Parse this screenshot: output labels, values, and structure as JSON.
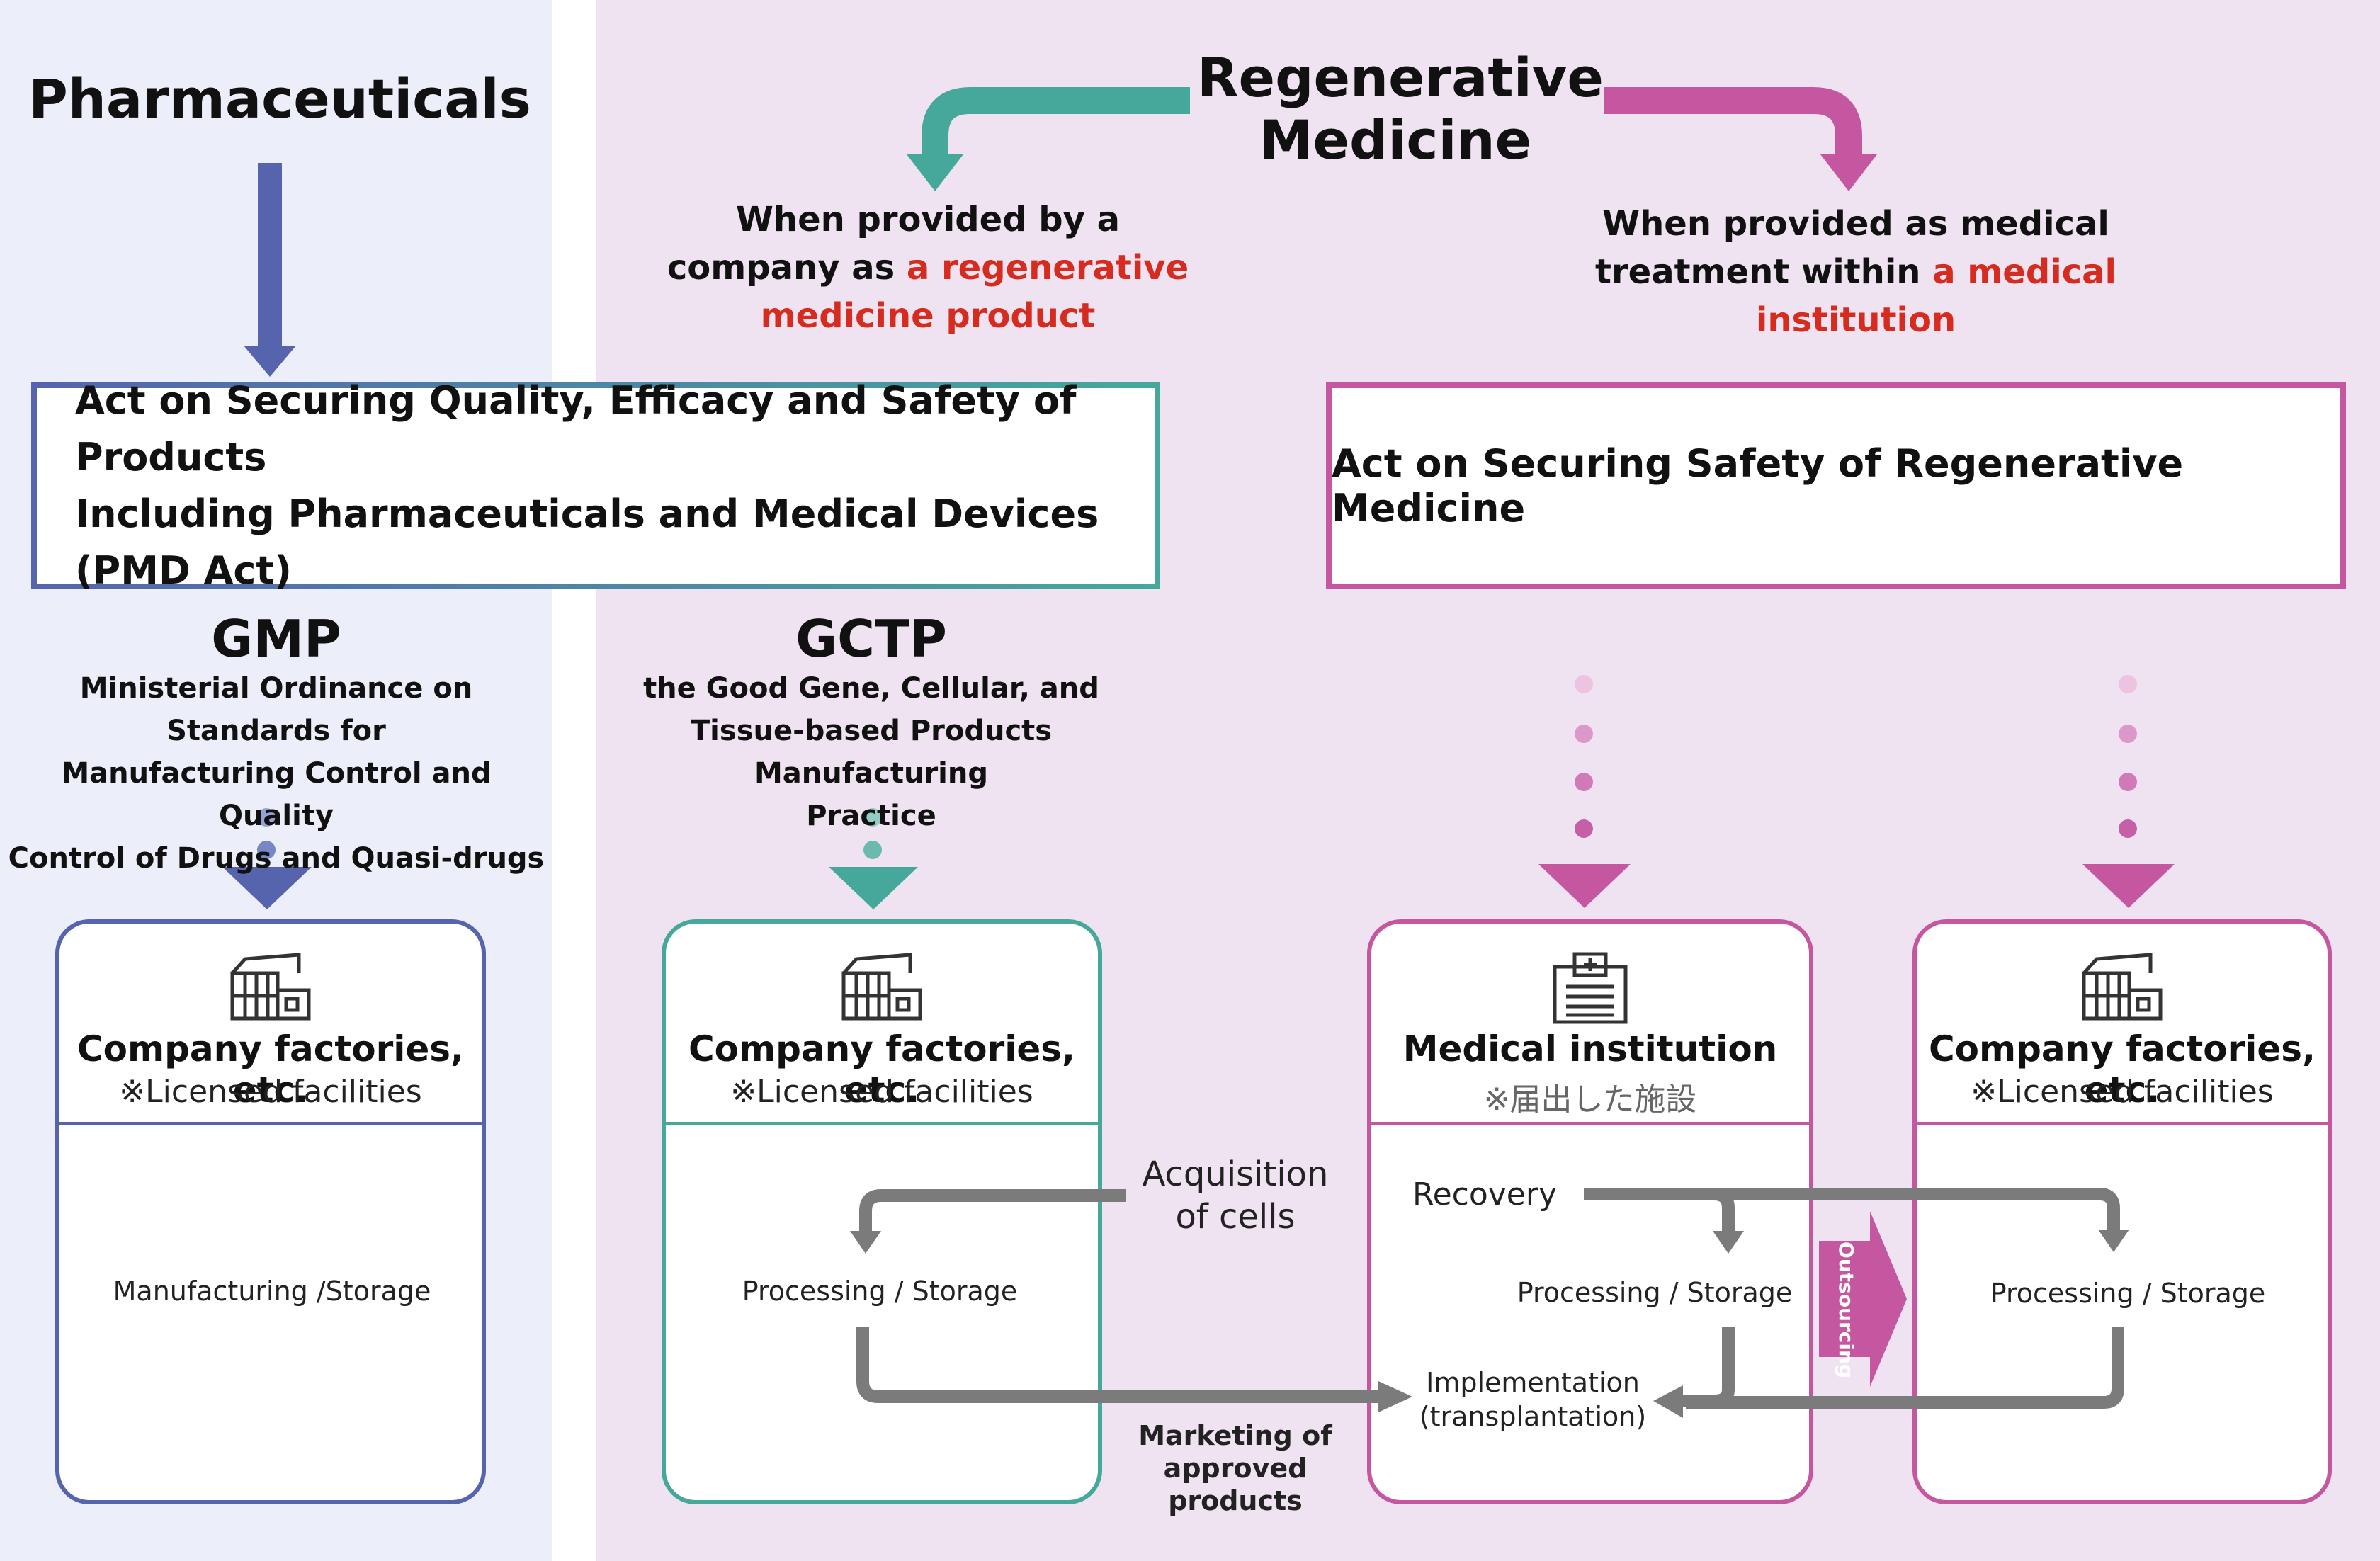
{
  "pharma": {
    "title": "Pharmaceuticals"
  },
  "regen": {
    "title_line1": "Regenerative",
    "title_line2": "Medicine",
    "left_line1": "When provided by a",
    "left_line2_plain": "company as ",
    "left_line2_red": "a regenerative",
    "left_line3_red": "medicine product",
    "right_line1": "When provided as medical",
    "right_line2_plain": "treatment within ",
    "right_line2_red": "a medical",
    "right_line3_red": "institution"
  },
  "acts": {
    "pmd_line1": "Act on Securing Quality, Efficacy and Safety of Products",
    "pmd_line2": "Including Pharmaceuticals and Medical Devices (PMD Act)",
    "regen_safety": "Act on Securing Safety of Regenerative Medicine"
  },
  "gmp": {
    "title": "GMP",
    "line1": "Ministerial Ordinance on Standards for",
    "line2": "Manufacturing Control and Quality",
    "line3": "Control of Drugs and Quasi-drugs"
  },
  "gctp": {
    "title": "GCTP",
    "line1": "the Good Gene, Cellular, and",
    "line2": "Tissue-based Products Manufacturing",
    "line3": "Practice"
  },
  "boxes": {
    "b1": {
      "name": "Company factories, etc.",
      "note": "※Licensed facilities",
      "label": "Manufacturing /Storage"
    },
    "b2": {
      "name": "Company factories, etc.",
      "note": "※Licensed facilities",
      "label": "Processing / Storage"
    },
    "b3": {
      "name": "Medical institution",
      "note": "※届出した施設",
      "recovery": "Recovery",
      "processing": "Processing / Storage",
      "impl_line1": "Implementation",
      "impl_line2": "(transplantation)"
    },
    "b4": {
      "name": "Company factories, etc.",
      "note": "※Licensed facilities",
      "label": "Processing / Storage"
    }
  },
  "flow": {
    "acq_line1": "Acquisition",
    "acq_line2": "of cells",
    "mkt_line1": "Marketing of",
    "mkt_line2": "approved products",
    "outsourcing": "Outsourcing"
  },
  "colors": {
    "blue": "#5564ad",
    "teal": "#45a89b",
    "magenta": "#c557a0",
    "red_text": "#d62c1f",
    "gray_arrow": "#7b7b7b"
  }
}
